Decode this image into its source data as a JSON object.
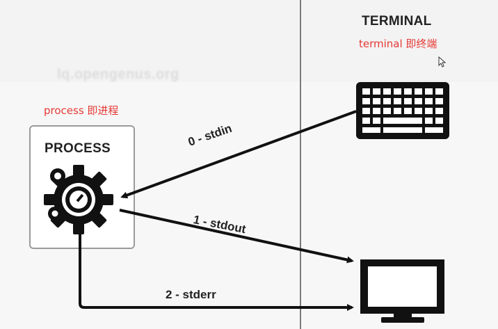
{
  "watermark": "lq.opengenus.org",
  "process": {
    "note": "process 即进程",
    "title": "PROCESS",
    "icon": "gear-icon"
  },
  "terminal": {
    "title": "TERMINAL",
    "note": "terminal 即终端",
    "input_icon": "keyboard-icon",
    "output_icon": "monitor-icon"
  },
  "streams": {
    "stdin": "0 - stdin",
    "stdout": "1 - stdout",
    "stderr": "2 - stderr"
  },
  "colors": {
    "note": "#e53935",
    "ink": "#111111",
    "divider": "#7a7a7a"
  }
}
